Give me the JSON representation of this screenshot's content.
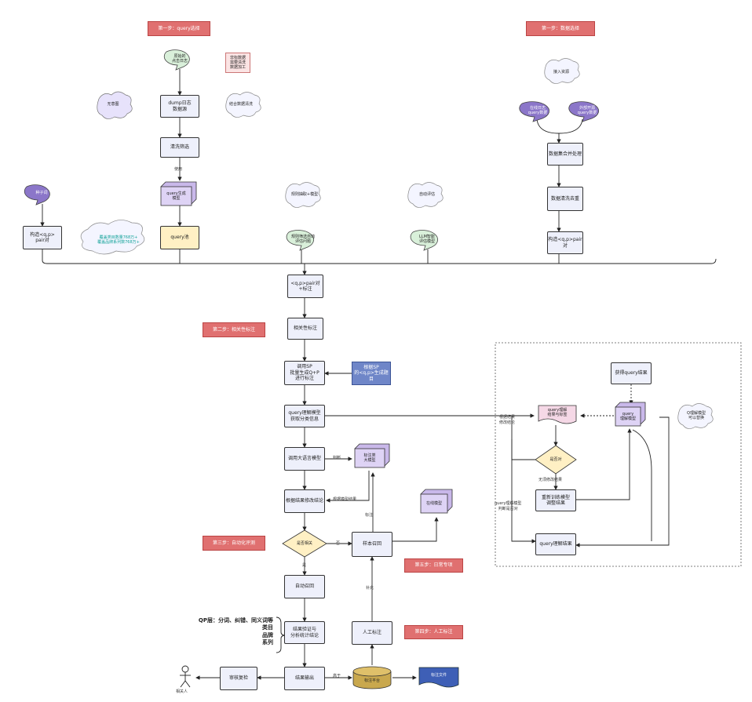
{
  "steps": {
    "step1_query": "第一步：query选择",
    "step1_data": "第一步：数据选择",
    "step2": "第二步：相关性标注",
    "step3": "第三步：自动化评测",
    "step4": "第四步：人工标注",
    "step5": "第五步：日常专项"
  },
  "top_left": {
    "clouds": [
      "无意图",
      "结合数据清洗"
    ],
    "bubble_start": "原始的\n点击日志",
    "bubble_note": "非标数据\n需要清洗\n数据加工",
    "box_dump": "dump日志\n数据源",
    "box_clean": "清洗筛选",
    "label_use": "使用",
    "box_gen": "query生成\n模型",
    "box_output": "query池",
    "cloud_stats": "覆盖类目数量768万+\n覆盖品牌系列数768万+",
    "bubble_left": "种子词",
    "box_left": "构造<q,p>\npair对"
  },
  "top_right": {
    "cloud": "接入资源",
    "bubble_a": "在线日志\nquery数据",
    "bubble_b": "外部开源\nquery数据",
    "box_merge": "数据集合并处理",
    "box_clean": "数据清洗去重",
    "box_pair": "构造<q,p>pair对"
  },
  "mid_top": {
    "cloud_a": "规则抽取+模型",
    "cloud_b": "自动评估",
    "bubble_a": "规则筛选自动\n评估问题",
    "bubble_b": "LLM智能\n评估模型"
  },
  "flow": {
    "merge": "<q,p>pair对\n+标注",
    "relevance": "相关性标注",
    "batch": "调用SP\n批量生成Q+P\n进行标注",
    "blue_box": "根据SP\n的<q,p>生成题目",
    "understand": "query理解模型\n获取分类信息",
    "llm_judge": "调用大语言模型",
    "llm_model": "标注类\n大模型",
    "label_judge": "判断",
    "correct": "根据结果修改结论",
    "label_result": "根据模型结果",
    "final_model": "在线模型",
    "diamond": "是否相关",
    "label_no": "否",
    "label_yes": "是",
    "sample": "样本召回",
    "label_label": "标注",
    "label_supp": "补充",
    "auto_recall": "自动召回",
    "manual": "人工标注",
    "consolidate": "结果验证与\n分析统计结论",
    "manual_review": "审核复检",
    "final": "结果输出",
    "label_hi": "高于",
    "db": "标注平台",
    "doc": "标注文件",
    "person": "相关人",
    "qp_layer": "QP层：分词、纠错、同义词等\n类目\n品牌\n系列"
  },
  "right_panel": {
    "top_box": "获得query结果",
    "doc": "query理解\n结果与标签",
    "cube": "query\n理解模型",
    "cloud": "Q理解模型\n可以替换",
    "label_left": "根据结果\n修改结论",
    "diamond": "是否对",
    "label_sub": "无须修改结果",
    "box_mid": "重新训练模型\n调整结果",
    "label_mid": "query理解模型\n判断是否对",
    "box_bottom": "query理解结果"
  }
}
